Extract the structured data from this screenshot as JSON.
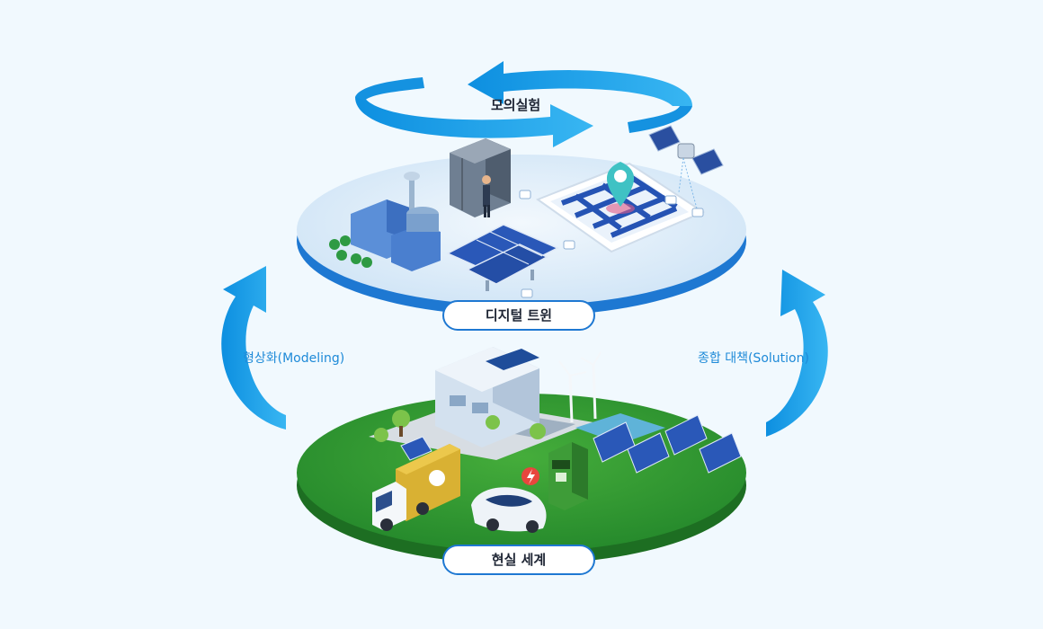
{
  "diagram": {
    "simulation_label": "모의실험",
    "digital_twin_label": "디지털 트윈",
    "real_world_label": "현실 세계",
    "modeling_label": "형상화(Modeling)",
    "solution_label": "종합 대책(Solution)"
  },
  "colors": {
    "background": "#f1f9fe",
    "arrow_blue": "#1ea0ea",
    "disc_top": "#dcedfa",
    "disc_edge": "#1e78d2",
    "ground_green": "#2f9a33",
    "ground_edge": "#1d6e22"
  }
}
